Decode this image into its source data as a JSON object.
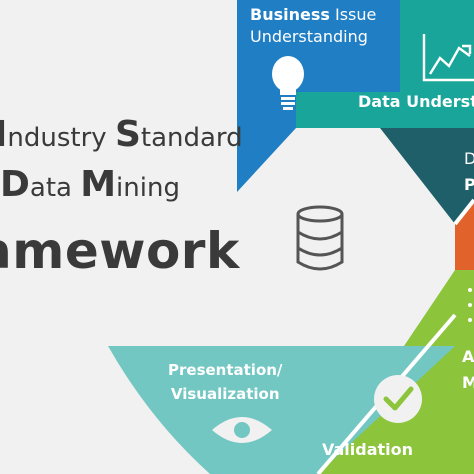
{
  "title": {
    "line1_cap1": "I",
    "line1_rest1": "ndustry ",
    "line1_cap2": "S",
    "line1_rest2": "tandard",
    "line2_cap1": "D",
    "line2_rest1": "ata ",
    "line2_cap2": "M",
    "line2_rest2": "ining",
    "line3": "amework"
  },
  "segments": {
    "business": {
      "line1_bold": "Business",
      "line1_rest": " Issue",
      "line2": "Understanding"
    },
    "data_understanding": {
      "label": "Data Underst"
    },
    "data_prep": {
      "line1": "D",
      "line2": "P"
    },
    "analytical": {
      "line1": "A",
      "line2": "M"
    },
    "validation": {
      "label": "Validation"
    },
    "presentation": {
      "line1": "Presentation/",
      "line2": "Visualization"
    }
  },
  "icons": [
    "lightbulb-icon",
    "line-chart-icon",
    "database-icon",
    "checkmark-icon",
    "eye-icon"
  ],
  "colors": {
    "background": "#f1f1f1",
    "business_blue": "#1f7ec4",
    "teal": "#1aa59b",
    "dark_teal": "#1f5f6a",
    "orange": "#e2622b",
    "green": "#8cc43c",
    "light_teal": "#73c7c3",
    "text_dark": "#3a3a3a"
  }
}
